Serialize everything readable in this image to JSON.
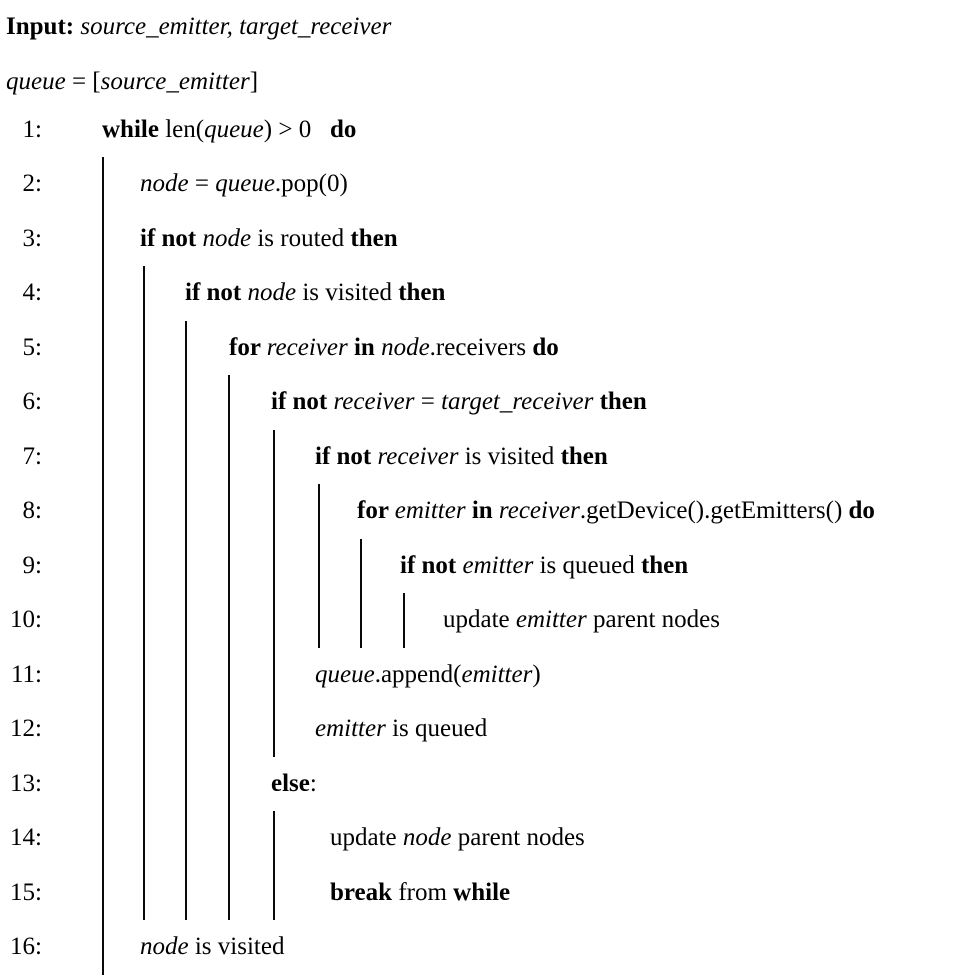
{
  "figure": {
    "background": "#ffffff",
    "text_color": "#000000",
    "rule_color": "#0a0a0a",
    "header_lines": [
      {
        "name": "input-declaration",
        "segments": [
          {
            "t": "Input: ",
            "s": "b"
          },
          {
            "t": "source_emitter, target_receiver",
            "s": "i"
          }
        ]
      },
      {
        "name": "queue-initialization",
        "segments": [
          {
            "t": "queue",
            "s": "i"
          },
          {
            "t": " = [",
            "s": "r"
          },
          {
            "t": "source_emitter",
            "s": "i"
          },
          {
            "t": "]",
            "s": "r"
          }
        ]
      }
    ],
    "lines": [
      {
        "number": "1:",
        "depth": 0,
        "bars": [],
        "segments": [
          {
            "t": "while",
            "s": "b"
          },
          {
            "t": " len(",
            "s": "r"
          },
          {
            "t": "queue",
            "s": "i"
          },
          {
            "t": ") > 0   ",
            "s": "r"
          },
          {
            "t": "do",
            "s": "b"
          }
        ]
      },
      {
        "number": "2:",
        "depth": 1,
        "bars": [
          1
        ],
        "segments": [
          {
            "t": "node",
            "s": "i"
          },
          {
            "t": " = ",
            "s": "r"
          },
          {
            "t": "queue",
            "s": "i"
          },
          {
            "t": ".pop(0)",
            "s": "r"
          }
        ]
      },
      {
        "number": "3:",
        "depth": 1,
        "bars": [
          1
        ],
        "segments": [
          {
            "t": "if not ",
            "s": "b"
          },
          {
            "t": "node",
            "s": "i"
          },
          {
            "t": " is routed ",
            "s": "r"
          },
          {
            "t": "then",
            "s": "b"
          }
        ]
      },
      {
        "number": "4:",
        "depth": 2,
        "bars": [
          1,
          2
        ],
        "segments": [
          {
            "t": "if not ",
            "s": "b"
          },
          {
            "t": "node",
            "s": "i"
          },
          {
            "t": " is visited ",
            "s": "r"
          },
          {
            "t": "then",
            "s": "b"
          }
        ]
      },
      {
        "number": "5:",
        "depth": 3,
        "bars": [
          1,
          2,
          3
        ],
        "segments": [
          {
            "t": "for ",
            "s": "b"
          },
          {
            "t": "receiver",
            "s": "i"
          },
          {
            "t": " in ",
            "s": "b"
          },
          {
            "t": "node",
            "s": "i"
          },
          {
            "t": ".receivers ",
            "s": "r"
          },
          {
            "t": "do",
            "s": "b"
          }
        ]
      },
      {
        "number": "6:",
        "depth": 4,
        "bars": [
          1,
          2,
          3,
          4
        ],
        "segments": [
          {
            "t": "if not ",
            "s": "b"
          },
          {
            "t": "receiver",
            "s": "i"
          },
          {
            "t": " = ",
            "s": "r"
          },
          {
            "t": "target_receiver",
            "s": "i"
          },
          {
            "t": " ",
            "s": "r"
          },
          {
            "t": "then",
            "s": "b"
          }
        ]
      },
      {
        "number": "7:",
        "depth": 5,
        "bars": [
          1,
          2,
          3,
          4,
          5
        ],
        "segments": [
          {
            "t": "if not ",
            "s": "b"
          },
          {
            "t": "receiver",
            "s": "i"
          },
          {
            "t": " is visited ",
            "s": "r"
          },
          {
            "t": "then",
            "s": "b"
          }
        ]
      },
      {
        "number": "8:",
        "depth": 6,
        "bars": [
          1,
          2,
          3,
          4,
          5,
          6
        ],
        "segments": [
          {
            "t": "for ",
            "s": "b"
          },
          {
            "t": "emitter",
            "s": "i"
          },
          {
            "t": " in ",
            "s": "b"
          },
          {
            "t": "receiver",
            "s": "i"
          },
          {
            "t": ".getDevice().getEmitters() ",
            "s": "r"
          },
          {
            "t": "do",
            "s": "b"
          }
        ]
      },
      {
        "number": "9:",
        "depth": 7,
        "bars": [
          1,
          2,
          3,
          4,
          5,
          6,
          7
        ],
        "segments": [
          {
            "t": "if not ",
            "s": "b"
          },
          {
            "t": "emitter",
            "s": "i"
          },
          {
            "t": " is queued ",
            "s": "r"
          },
          {
            "t": "then",
            "s": "b"
          }
        ]
      },
      {
        "number": "10:",
        "depth": 8,
        "bars": [
          1,
          2,
          3,
          4,
          5,
          6,
          7,
          8
        ],
        "segments": [
          {
            "t": "update ",
            "s": "r"
          },
          {
            "t": "emitter",
            "s": "i"
          },
          {
            "t": " parent nodes",
            "s": "r"
          }
        ]
      },
      {
        "number": "11:",
        "depth": 5,
        "bars": [
          1,
          2,
          3,
          4,
          5
        ],
        "segments": [
          {
            "t": "queue",
            "s": "i"
          },
          {
            "t": ".append(",
            "s": "r"
          },
          {
            "t": "emitter",
            "s": "i"
          },
          {
            "t": ")",
            "s": "r"
          }
        ]
      },
      {
        "number": "12:",
        "depth": 5,
        "bars": [
          1,
          2,
          3,
          4,
          5
        ],
        "segments": [
          {
            "t": "emitter",
            "s": "i"
          },
          {
            "t": " is queued",
            "s": "r"
          }
        ]
      },
      {
        "number": "13:",
        "depth": 4,
        "bars": [
          1,
          2,
          3,
          4
        ],
        "segments": [
          {
            "t": "else",
            "s": "b"
          },
          {
            "t": ":",
            "s": "r"
          }
        ]
      },
      {
        "number": "14:",
        "depth": 5,
        "variant": "else-child",
        "bars": [
          1,
          2,
          3,
          4,
          5
        ],
        "segments": [
          {
            "t": "update ",
            "s": "r"
          },
          {
            "t": "node",
            "s": "i"
          },
          {
            "t": " parent nodes",
            "s": "r"
          }
        ]
      },
      {
        "number": "15:",
        "depth": 5,
        "variant": "else-child",
        "bars": [
          1,
          2,
          3,
          4,
          5
        ],
        "segments": [
          {
            "t": "break",
            "s": "b"
          },
          {
            "t": " from ",
            "s": "r"
          },
          {
            "t": "while",
            "s": "b"
          }
        ]
      },
      {
        "number": "16:",
        "depth": 1,
        "bars": [
          1
        ],
        "segments": [
          {
            "t": "node",
            "s": "i"
          },
          {
            "t": " is visited",
            "s": "r"
          }
        ]
      }
    ]
  }
}
